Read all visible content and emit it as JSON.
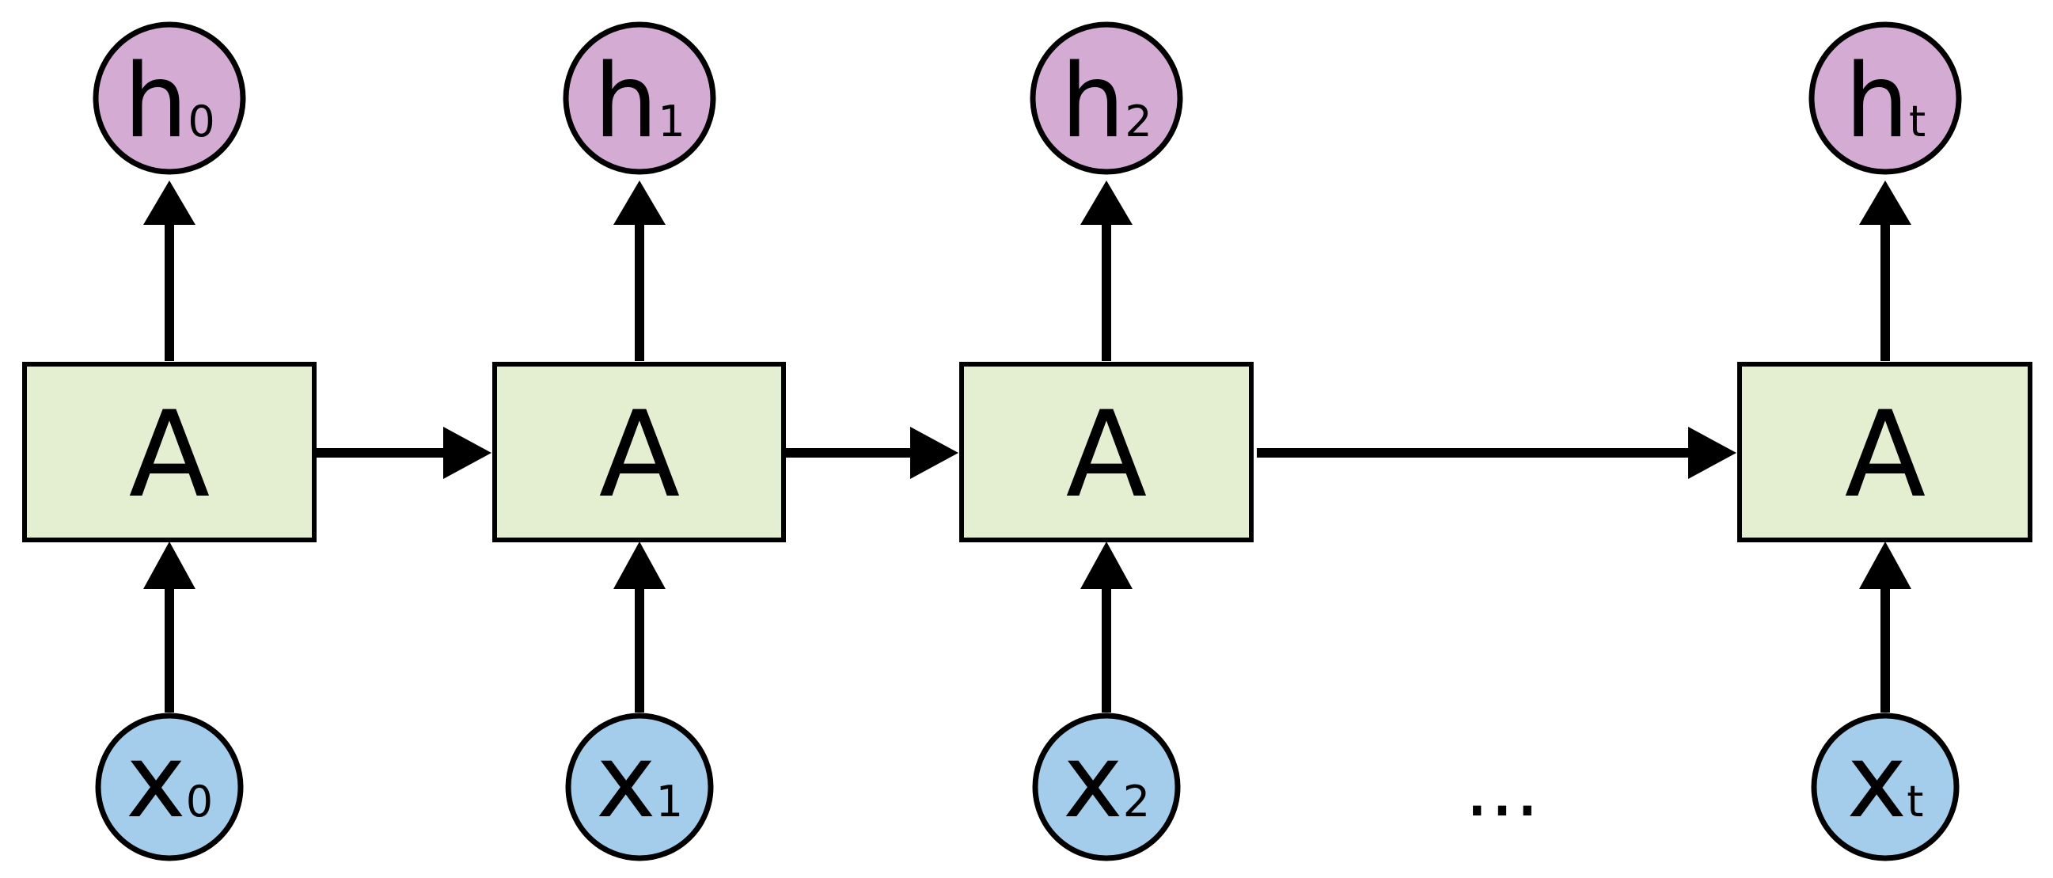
{
  "colors": {
    "cell_fill": "#e3efd0",
    "hidden_fill": "#d3abd3",
    "input_fill": "#a3cdeb",
    "stroke": "#000000",
    "background": "#ffffff"
  },
  "cell_label": "A",
  "ellipsis": "...",
  "steps": [
    {
      "hidden_main": "h",
      "hidden_sub": "0",
      "input_main": "x",
      "input_sub": "0"
    },
    {
      "hidden_main": "h",
      "hidden_sub": "1",
      "input_main": "x",
      "input_sub": "1"
    },
    {
      "hidden_main": "h",
      "hidden_sub": "2",
      "input_main": "x",
      "input_sub": "2"
    },
    {
      "hidden_main": "h",
      "hidden_sub": "t",
      "input_main": "x",
      "input_sub": "t"
    }
  ]
}
